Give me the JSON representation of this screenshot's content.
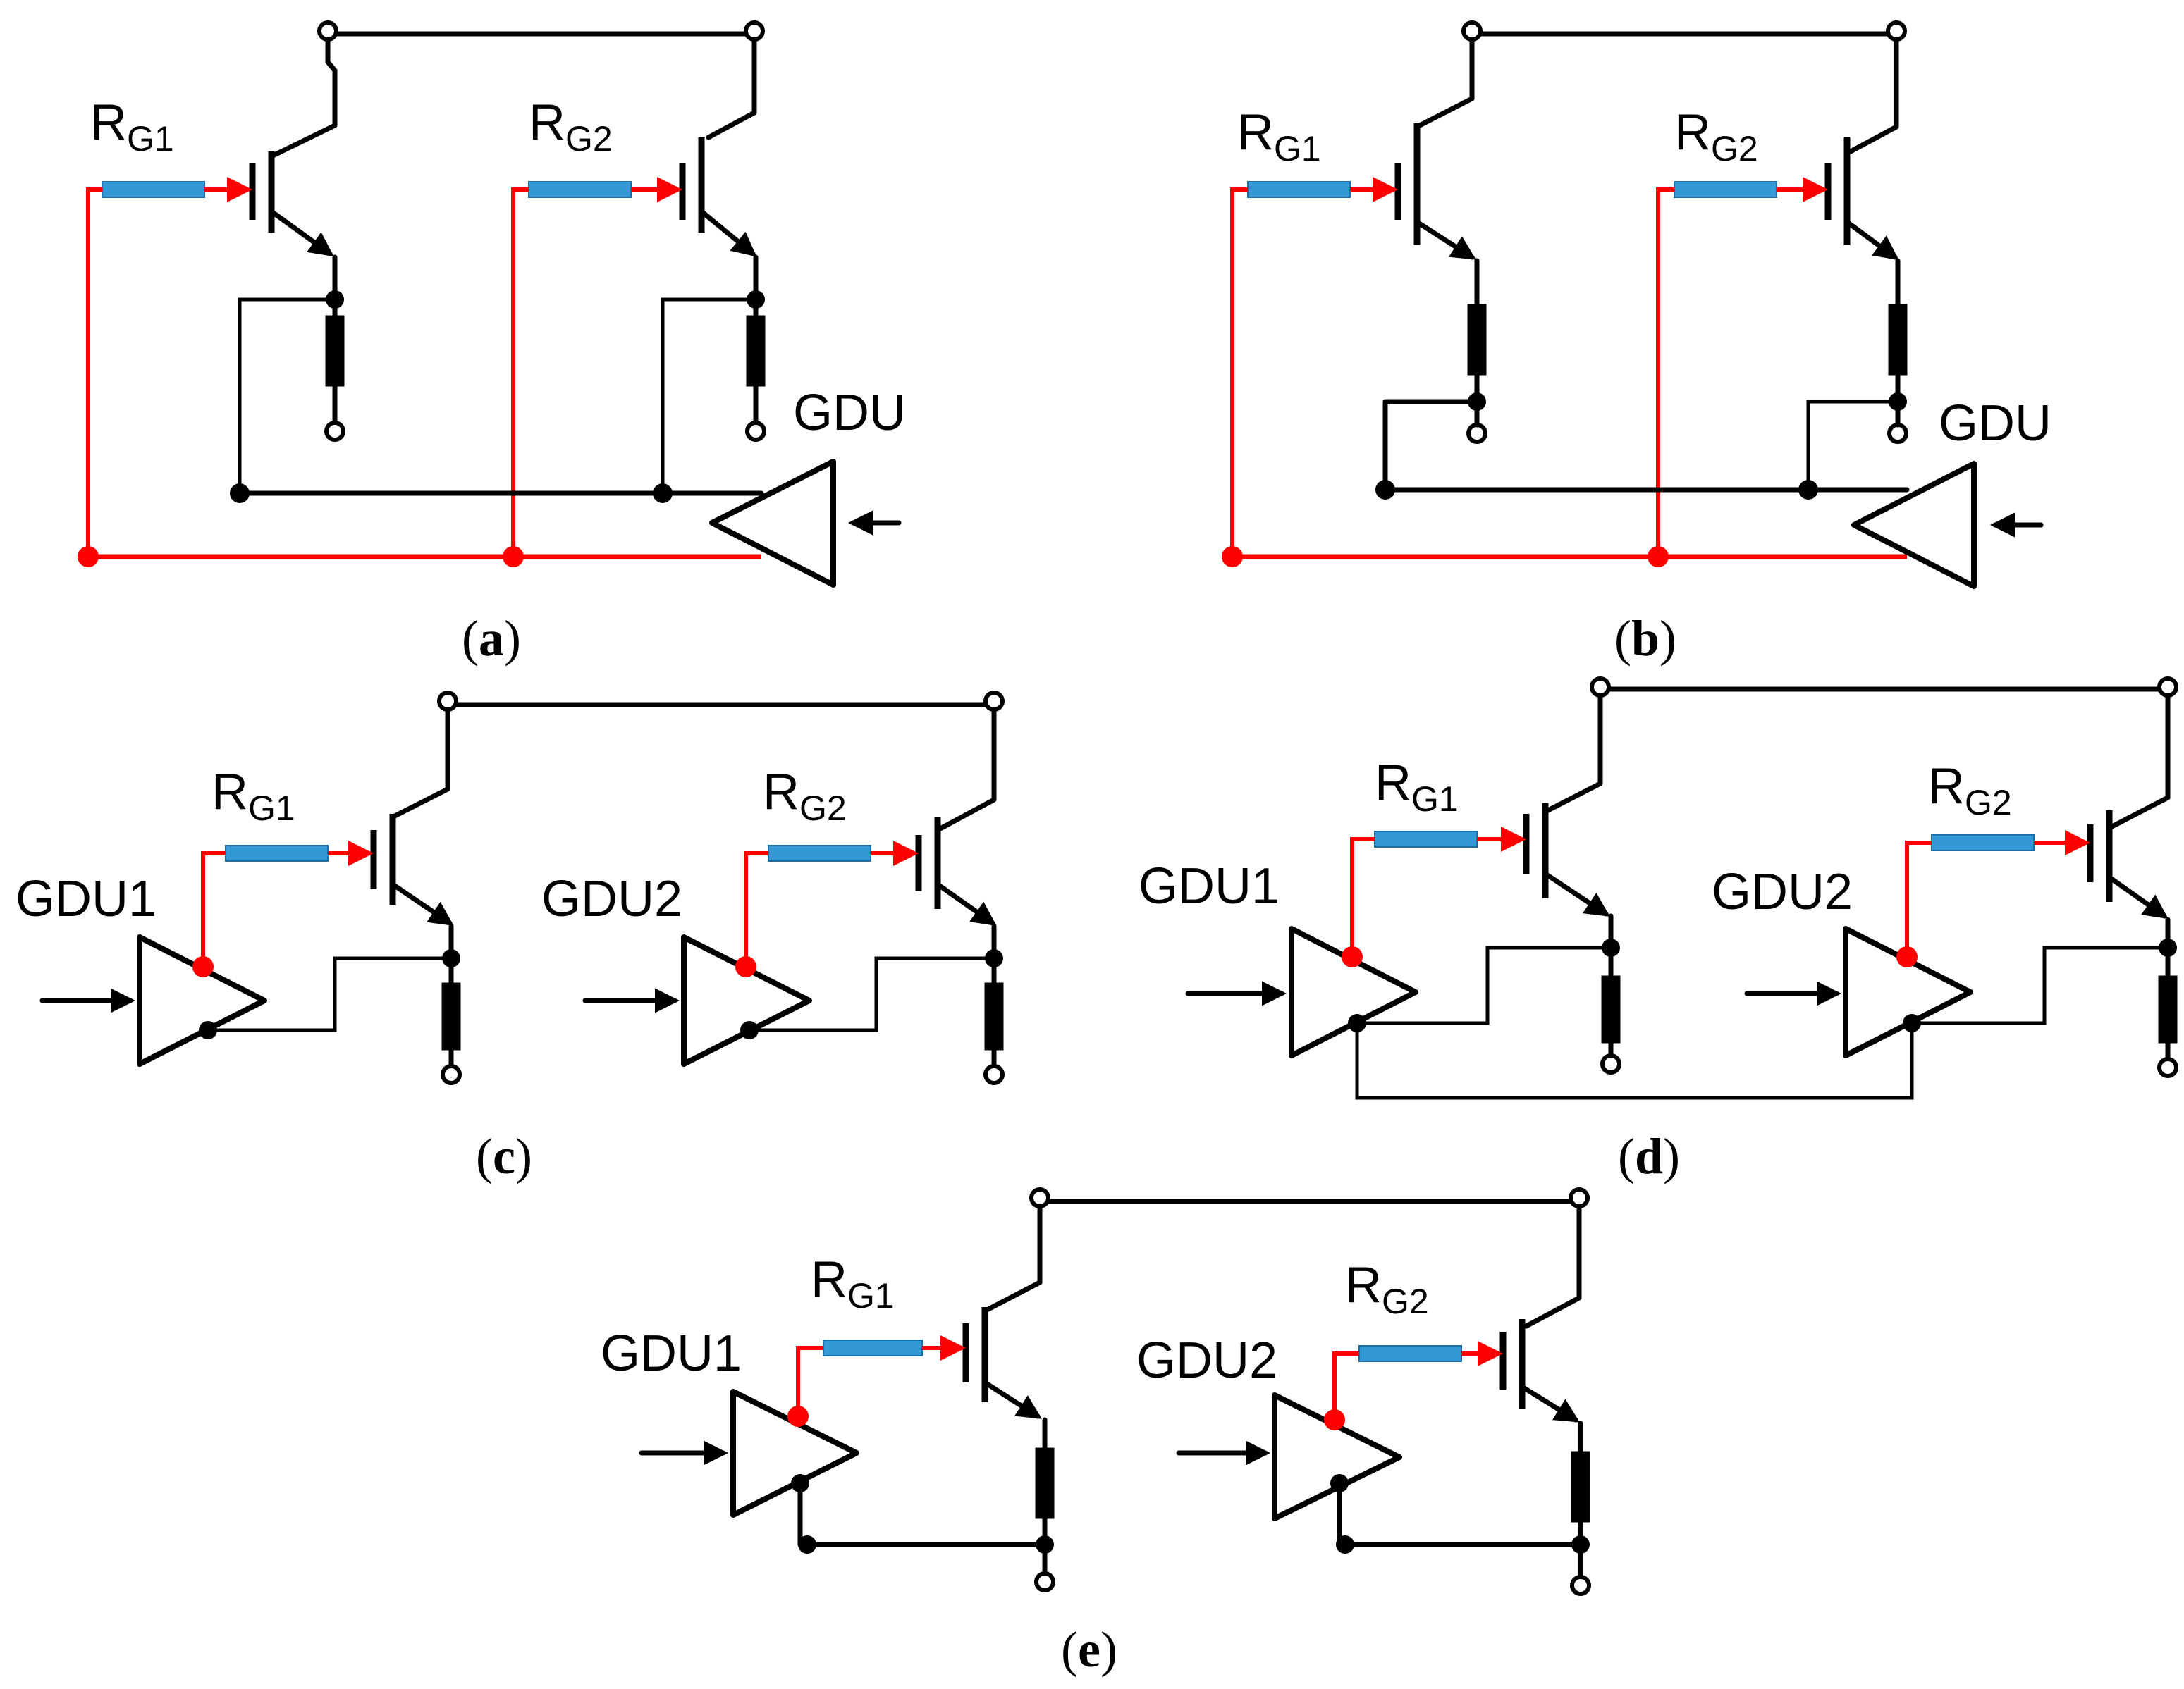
{
  "panels": [
    {
      "id": "a",
      "caption": {
        "open": "(",
        "letter": "a",
        "close": ")"
      },
      "driver_labels": [
        "GDU"
      ],
      "resistor_labels": [
        {
          "main": "R",
          "sub": "G1"
        },
        {
          "main": "R",
          "sub": "G2"
        }
      ]
    },
    {
      "id": "b",
      "caption": {
        "open": "(",
        "letter": "b",
        "close": ")"
      },
      "driver_labels": [
        "GDU"
      ],
      "resistor_labels": [
        {
          "main": "R",
          "sub": "G1"
        },
        {
          "main": "R",
          "sub": "G2"
        }
      ]
    },
    {
      "id": "c",
      "caption": {
        "open": "(",
        "letter": "c",
        "close": ")"
      },
      "driver_labels": [
        "GDU1",
        "GDU2"
      ],
      "resistor_labels": [
        {
          "main": "R",
          "sub": "G1"
        },
        {
          "main": "R",
          "sub": "G2"
        }
      ]
    },
    {
      "id": "d",
      "caption": {
        "open": "(",
        "letter": "d",
        "close": ")"
      },
      "driver_labels": [
        "GDU1",
        "GDU2"
      ],
      "resistor_labels": [
        {
          "main": "R",
          "sub": "G1"
        },
        {
          "main": "R",
          "sub": "G2"
        }
      ]
    },
    {
      "id": "e",
      "caption": {
        "open": "(",
        "letter": "e",
        "close": ")"
      },
      "driver_labels": [
        "GDU1",
        "GDU2"
      ],
      "resistor_labels": [
        {
          "main": "R",
          "sub": "G1"
        },
        {
          "main": "R",
          "sub": "G2"
        }
      ]
    }
  ],
  "colors": {
    "gate_path": "#ff0000",
    "gate_resistor": "#3399d6",
    "wire": "#000000"
  }
}
